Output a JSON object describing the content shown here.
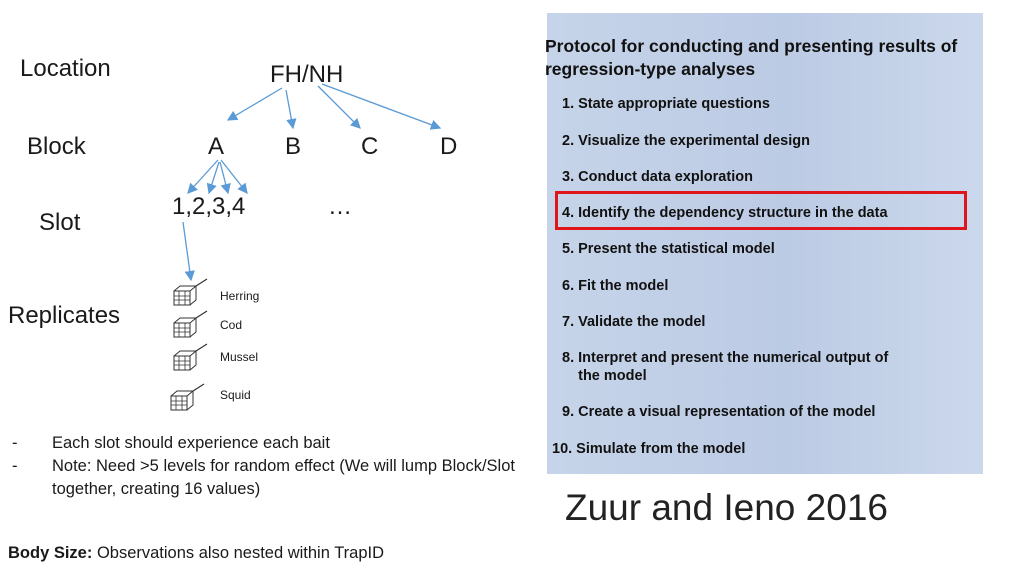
{
  "tree": {
    "levels": [
      "Location",
      "Block",
      "Slot",
      "Replicates"
    ],
    "root": "FH/NH",
    "blocks": [
      "A",
      "B",
      "C",
      "D"
    ],
    "slots": "1,2,3,4",
    "ellipsis": "…",
    "baits": [
      "Herring",
      "Cod",
      "Mussel",
      "Squid"
    ]
  },
  "notes": {
    "items": [
      {
        "dash": "-",
        "text": "Each slot should experience each bait"
      },
      {
        "dash": "-",
        "text": "Note: Need >5 levels for random effect (We will lump Block/Slot together, creating 16 values)"
      }
    ]
  },
  "footer": {
    "bold": "Body Size:",
    "text": " Observations also nested within TrapID"
  },
  "protocol": {
    "title": "Protocol for conducting and presenting results of regression-type analyses",
    "steps": [
      "1. State appropriate questions",
      "2. Visualize the experimental design",
      "3. Conduct data exploration",
      "4. Identify the dependency structure in the data",
      "5. Present the statistical model",
      "6. Fit the model",
      "7. Validate the model",
      "8. Interpret and present the numerical output of\n    the model",
      "9. Create a visual representation of the model",
      "10. Simulate from the model"
    ],
    "highlighted_step": 4,
    "highlight_color": "#e0141b",
    "panel_color": "#c3d1e8"
  },
  "citation": "Zuur and Ieno 2016",
  "colors": {
    "arrow": "#5b9bd5",
    "text": "#1a1a1a"
  }
}
